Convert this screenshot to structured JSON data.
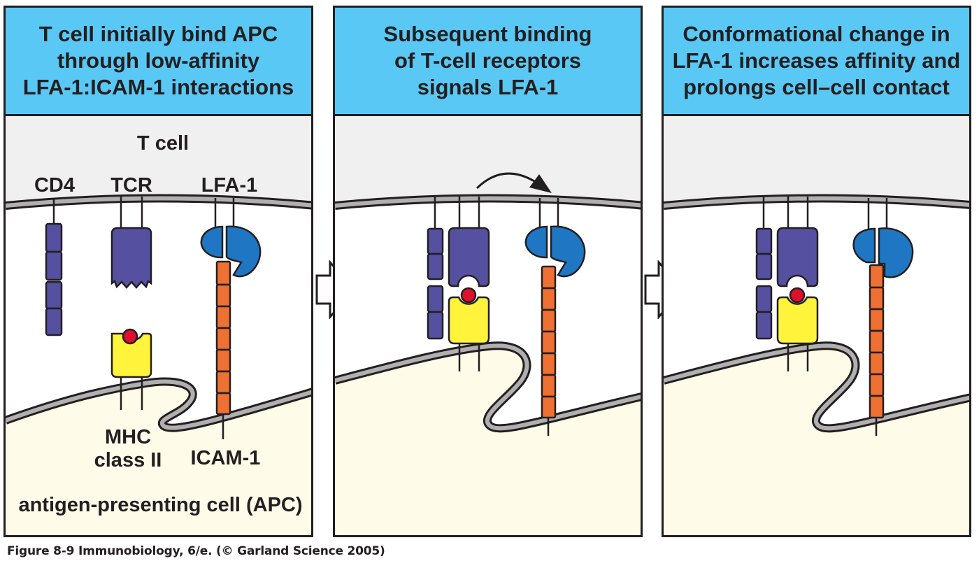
{
  "panels": [
    {
      "title": "T cell initially bind APC\nthrough low-affinity\nLFA-1:ICAM-1 interactions",
      "labels": {
        "t_cell": "T cell",
        "cd4": "CD4",
        "tcr": "TCR",
        "lfa1": "LFA-1",
        "mhc": "MHC\nclass II",
        "icam1": "ICAM-1",
        "apc": "antigen-presenting cell (APC)"
      }
    },
    {
      "title": "Subsequent binding\nof T-cell receptors\nsignals LFA-1"
    },
    {
      "title": "Conformational change in\nLFA-1 increases affinity and\nprolongs cell–cell contact"
    }
  ],
  "caption": "Figure 8-9  Immunobiology, 6/e. (© Garland Science 2005)",
  "colors": {
    "header": "#5ac8f5",
    "t_cell": "#f0f0f0",
    "apc": "#fefbe9",
    "membrane": "#b0b0b0",
    "cd4_tcr": "#5550a0",
    "lfa1": "#1f77c4",
    "icam1": "#ee7033",
    "mhc": "#fff33b",
    "peptide": "#e0102a",
    "outline": "#231f20"
  }
}
